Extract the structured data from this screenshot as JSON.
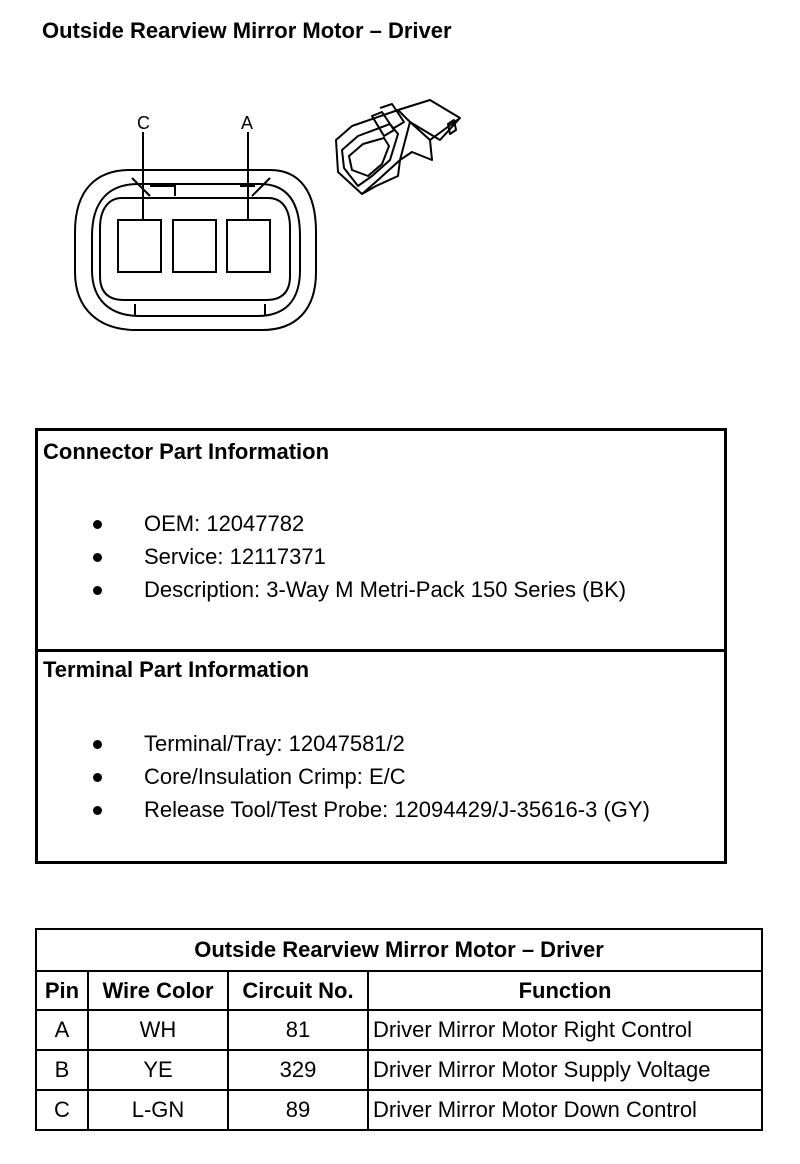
{
  "page_title": "Outside Rearview Mirror Motor – Driver",
  "diagram": {
    "pin_label_c": "C",
    "pin_label_a": "A"
  },
  "connector_info": {
    "title": "Connector Part Information",
    "items": [
      "OEM: 12047782",
      "Service: 12117371",
      "Description: 3-Way M Metri-Pack 150 Series (BK)"
    ]
  },
  "terminal_info": {
    "title": "Terminal Part Information",
    "items": [
      "Terminal/Tray: 12047581/2",
      "Core/Insulation Crimp: E/C",
      "Release Tool/Test Probe: 12094429/J-35616-3 (GY)"
    ]
  },
  "pin_table": {
    "title": "Outside Rearview Mirror Motor – Driver",
    "headers": [
      "Pin",
      "Wire Color",
      "Circuit No.",
      "Function"
    ],
    "rows": [
      [
        "A",
        "WH",
        "81",
        "Driver Mirror Motor Right Control"
      ],
      [
        "B",
        "YE",
        "329",
        "Driver Mirror Motor Supply Voltage"
      ],
      [
        "C",
        "L-GN",
        "89",
        "Driver Mirror Motor Down Control"
      ]
    ]
  }
}
